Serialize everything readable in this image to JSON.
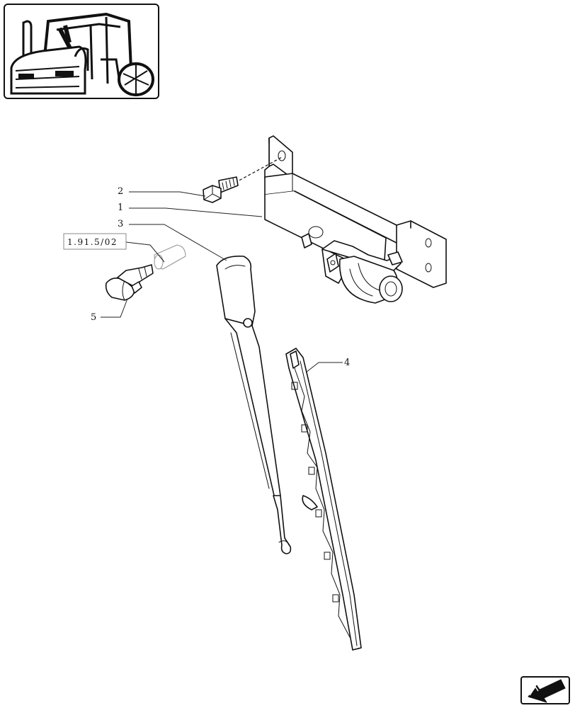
{
  "callouts": {
    "c1": "1",
    "c2": "2",
    "c3": "3",
    "c4": "4",
    "c5": "5"
  },
  "reference_box": "1.91.5/02",
  "icons": {
    "thumbnail": "tractor-cab-thumbnail-icon",
    "navigation": "next-page-arrow-icon"
  }
}
